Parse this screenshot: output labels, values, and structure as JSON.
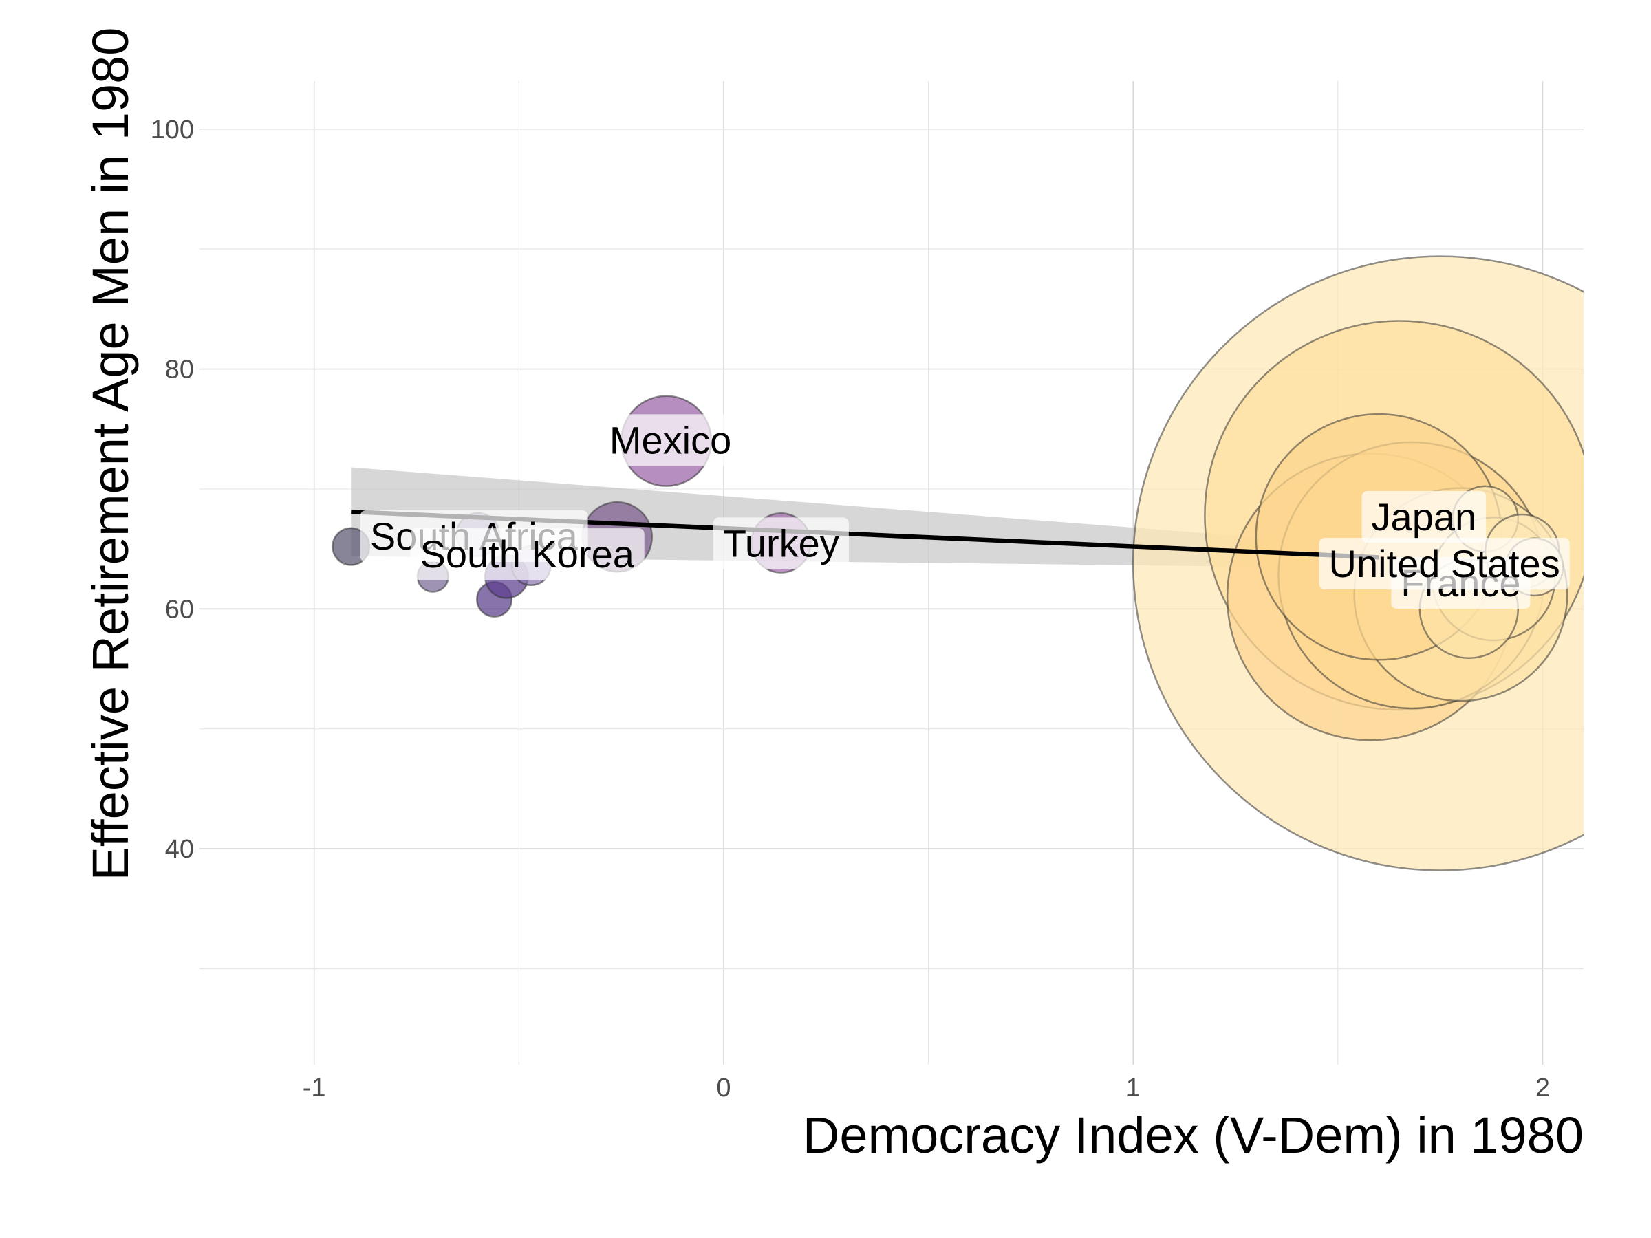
{
  "chart_data": {
    "type": "scatter",
    "title": "",
    "xlabel": "Democracy Index (V-Dem) in 1980",
    "ylabel": "Effective Retirement Age Men in 1980",
    "xlim": [
      -1.28,
      2.1
    ],
    "ylim": [
      22,
      104
    ],
    "x_ticks": [
      -1,
      0,
      1,
      2
    ],
    "x_tick_labels": [
      "-1",
      "0",
      "1",
      "2"
    ],
    "y_ticks": [
      40,
      60,
      80,
      100
    ],
    "y_tick_labels": [
      "40",
      "60",
      "80",
      "100"
    ],
    "grid": true,
    "legend": "none",
    "trend_line": {
      "x": [
        -0.91,
        1.6
      ],
      "y": [
        68.1,
        64.3
      ],
      "ci_upper": [
        71.8,
        65.2
      ],
      "ci_lower": [
        64.4,
        63.4
      ],
      "color": "#000000",
      "band_color": "#bdbdbd"
    },
    "points": [
      {
        "x": 1.75,
        "y": 63.8,
        "size": 15.0,
        "color": "#fde7b4",
        "label": ""
      },
      {
        "x": 1.65,
        "y": 67.8,
        "size": 9.5,
        "color": "#fddfa0",
        "label": ""
      },
      {
        "x": 1.58,
        "y": 61.0,
        "size": 7.0,
        "color": "#fdd591",
        "label": ""
      },
      {
        "x": 1.68,
        "y": 62.8,
        "size": 6.5,
        "color": "#fdd891",
        "label": ""
      },
      {
        "x": 1.8,
        "y": 61.2,
        "size": 5.2,
        "color": "#fde3a7",
        "label": ""
      },
      {
        "x": 1.6,
        "y": 66.0,
        "size": 6.0,
        "color": "#fcd68e",
        "label": ""
      },
      {
        "x": 1.88,
        "y": 62.5,
        "size": 3.0,
        "color": "#fde3a7",
        "label": ""
      },
      {
        "x": 1.82,
        "y": 60.0,
        "size": 2.4,
        "color": "#fde3a7",
        "label": ""
      },
      {
        "x": 1.86,
        "y": 67.5,
        "size": 1.6,
        "color": "#fde7b4",
        "label": ""
      },
      {
        "x": 1.95,
        "y": 64.8,
        "size": 1.8,
        "color": "#fde9b8",
        "label": ""
      },
      {
        "x": 1.98,
        "y": 63.5,
        "size": 1.4,
        "color": "#feeec6",
        "label": ""
      },
      {
        "x": -0.91,
        "y": 65.2,
        "size": 0.9,
        "color": "#5c5670",
        "label": ""
      },
      {
        "x": -0.71,
        "y": 62.7,
        "size": 0.75,
        "color": "#7a6a95",
        "label": ""
      },
      {
        "x": -0.6,
        "y": 66.2,
        "size": 1.05,
        "color": "#8a7aa6",
        "label": ""
      },
      {
        "x": -0.56,
        "y": 60.8,
        "size": 0.85,
        "color": "#5a3f8a",
        "label": ""
      },
      {
        "x": -0.53,
        "y": 62.7,
        "size": 1.05,
        "color": "#5d3f8e",
        "label": ""
      },
      {
        "x": -0.47,
        "y": 63.6,
        "size": 0.95,
        "color": "#8a76b0",
        "label": ""
      },
      {
        "x": -0.26,
        "y": 66.0,
        "size": 1.7,
        "color": "#7b5b8e",
        "label": ""
      },
      {
        "x": -0.14,
        "y": 74.0,
        "size": 2.2,
        "color": "#9b62a8",
        "label": ""
      },
      {
        "x": 0.14,
        "y": 65.5,
        "size": 1.45,
        "color": "#a06aaa",
        "label": ""
      }
    ],
    "labels": [
      {
        "text": "South Africa",
        "x": -0.61,
        "y": 66.1
      },
      {
        "text": "South Korea",
        "x": -0.48,
        "y": 64.6
      },
      {
        "text": "Mexico",
        "x": -0.13,
        "y": 74.1
      },
      {
        "text": "Turkey",
        "x": 0.14,
        "y": 65.5
      },
      {
        "text": "Japan",
        "x": 1.71,
        "y": 67.7
      },
      {
        "text": "France",
        "x": 1.8,
        "y": 62.2
      },
      {
        "text": "United States",
        "x": 1.76,
        "y": 63.8
      }
    ]
  }
}
